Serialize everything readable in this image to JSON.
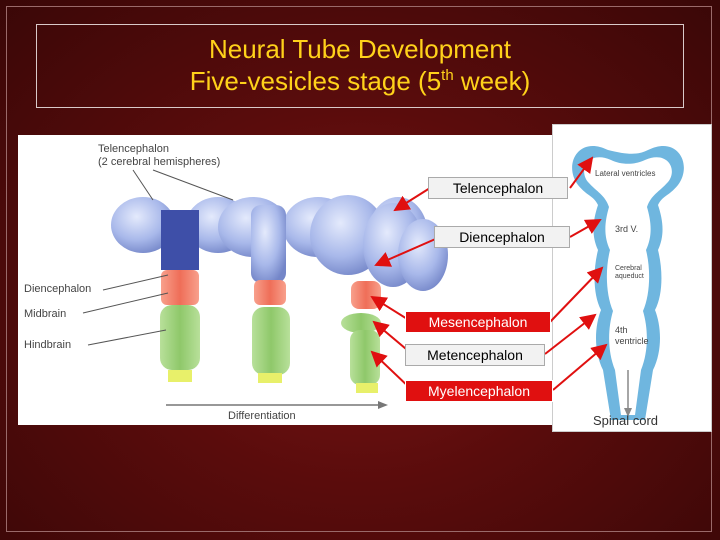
{
  "title": {
    "line1": "Neural Tube Development",
    "line2_prefix": "Five-vesicles stage (5",
    "line2_sup": "th",
    "line2_suffix": " week)"
  },
  "left_figure": {
    "telencephalon_label": "Telencephalon",
    "telencephalon_sub": "(2 cerebral hemispheres)",
    "diencephalon_label": "Diencephalon",
    "midbrain_label": "Midbrain",
    "hindbrain_label": "Hindbrain",
    "differentiation_label": "Differentiation"
  },
  "right_figure": {
    "lateral_ventricles": "Lateral ventricles",
    "third_v": "3rd V.",
    "cerebral_aqueduct_1": "Cerebral",
    "cerebral_aqueduct_2": "aqueduct",
    "fourth_ventricle_1": "4th",
    "fourth_ventricle_2": "ventricle",
    "spinal_cord": "Spinal cord"
  },
  "tags": {
    "telencephalon": "Telencephalon",
    "diencephalon": "Diencephalon",
    "mesencephalon": "Mesencephalon",
    "metencephalon": "Metencephalon",
    "myelencephalon": "Myelencephalon"
  },
  "colors": {
    "title": "#ffd21a",
    "arrow": "#e01010",
    "tag_red": "#e01010",
    "tag_white": "#f2f2f2",
    "vesicle_blue": "#9fb0e6",
    "dien_red": "#f07a64",
    "hind_green": "#9cd07a"
  }
}
